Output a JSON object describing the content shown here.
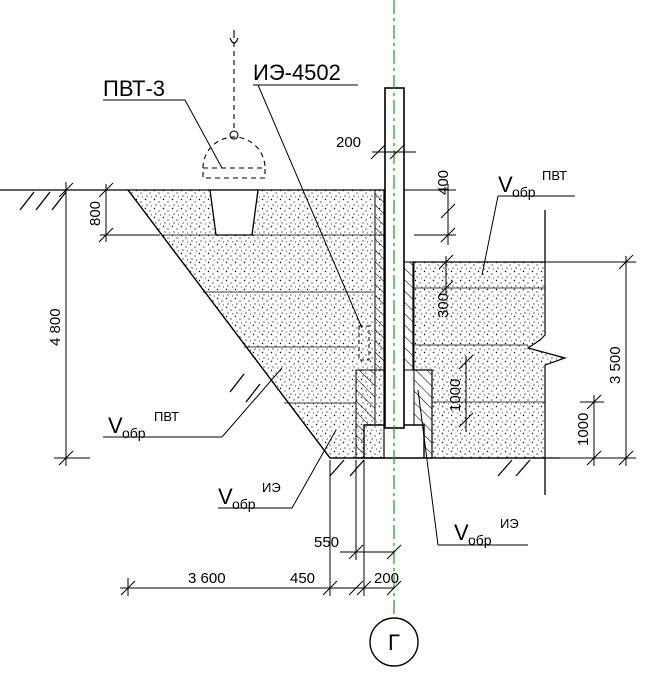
{
  "labels": {
    "crane_label": "ПВТ-3",
    "shield_label": "ИЭ-4502",
    "axis_label": "Г",
    "v_main": "V",
    "v_sub": "обр",
    "v_sup_pvt": "ПВТ",
    "v_sup_ie": "ИЭ"
  },
  "dimensions": {
    "d200_top": "200",
    "d400": "400",
    "d800": "800",
    "d4800": "4 800",
    "d300": "300",
    "d1000_inner": "1000",
    "d3500": "3 500",
    "d1000_right": "1000",
    "d550": "550",
    "d3600": "3 600",
    "d450": "450",
    "d200_bottom": "200"
  },
  "colors": {
    "line": "#000000",
    "axis": "#1a9a1a",
    "fill_dots": "#000000"
  }
}
